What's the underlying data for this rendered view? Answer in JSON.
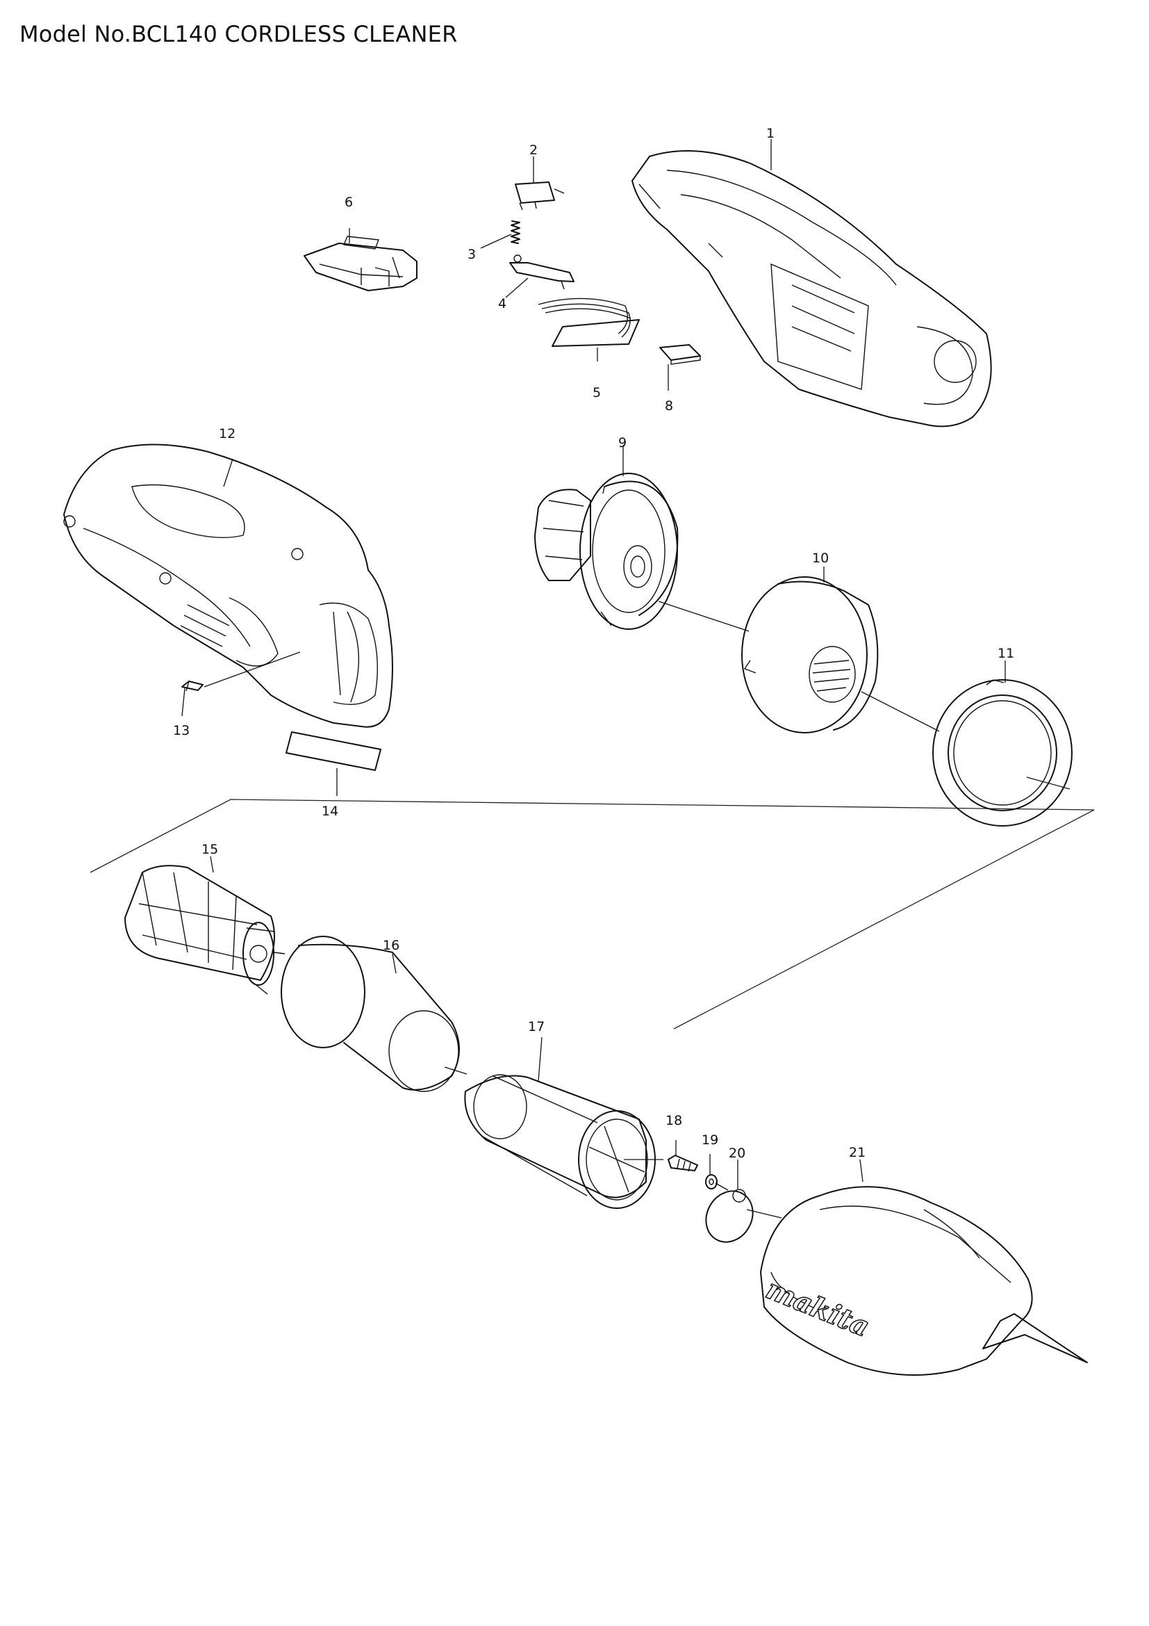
{
  "title": "Model No.BCL140 CORDLESS CLEANER",
  "parts": [
    {
      "id": "1",
      "label": "1"
    },
    {
      "id": "2",
      "label": "2"
    },
    {
      "id": "3",
      "label": "3"
    },
    {
      "id": "4",
      "label": "4"
    },
    {
      "id": "5",
      "label": "5"
    },
    {
      "id": "6",
      "label": "6"
    },
    {
      "id": "8",
      "label": "8"
    },
    {
      "id": "9",
      "label": "9"
    },
    {
      "id": "10",
      "label": "10"
    },
    {
      "id": "11",
      "label": "11"
    },
    {
      "id": "12",
      "label": "12"
    },
    {
      "id": "13",
      "label": "13"
    },
    {
      "id": "14",
      "label": "14"
    },
    {
      "id": "15",
      "label": "15"
    },
    {
      "id": "16",
      "label": "16"
    },
    {
      "id": "17",
      "label": "17"
    },
    {
      "id": "18",
      "label": "18"
    },
    {
      "id": "19",
      "label": "19"
    },
    {
      "id": "20",
      "label": "20"
    },
    {
      "id": "21",
      "label": "21"
    }
  ],
  "logo_text": "makita"
}
